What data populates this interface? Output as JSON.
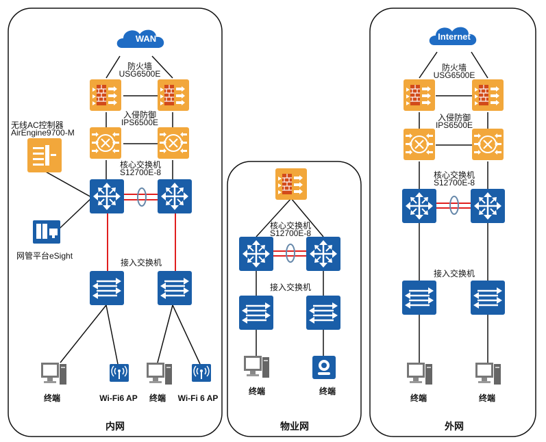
{
  "zones": {
    "internal": "内网",
    "property": "物业网",
    "external": "外网"
  },
  "clouds": {
    "wan": "WAN",
    "internet": "Internet"
  },
  "labels": {
    "firewall_name": "防火墙",
    "firewall_model": "USG6500E",
    "ips_name": "入侵防御",
    "ips_model": "IPS6500E",
    "core_name": "核心交换机",
    "core_model": "S12700E-8",
    "access": "接入交换机",
    "ac_name": "无线AC控制器",
    "ac_model": "AirEngine9700-M",
    "esight": "网管平台eSight",
    "terminal": "终端",
    "wifi_ap": "Wi-Fi6 AP",
    "wifi_ap_2": "Wi-Fi 6 AP"
  },
  "colors": {
    "orange": "#F2A73B",
    "blue": "#1A5EA8",
    "link_red": "#E01E1E",
    "cloud_blue": "#1F6CC4"
  }
}
